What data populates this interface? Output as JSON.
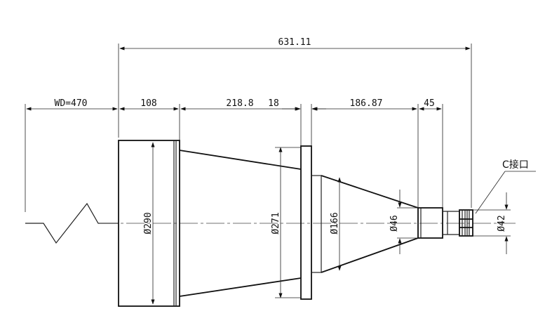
{
  "drawing": {
    "dims": {
      "overall": "631.11",
      "wd": "WD=470",
      "d108": "108",
      "d218": "218.8",
      "d18": "18",
      "d186": "186.87",
      "d45": "45"
    },
    "diameters": {
      "d290": "Ø290",
      "d271": "Ø271",
      "d166": "Ø166",
      "d46": "Ø46",
      "d42": "Ø42"
    },
    "callout": "C接口"
  }
}
